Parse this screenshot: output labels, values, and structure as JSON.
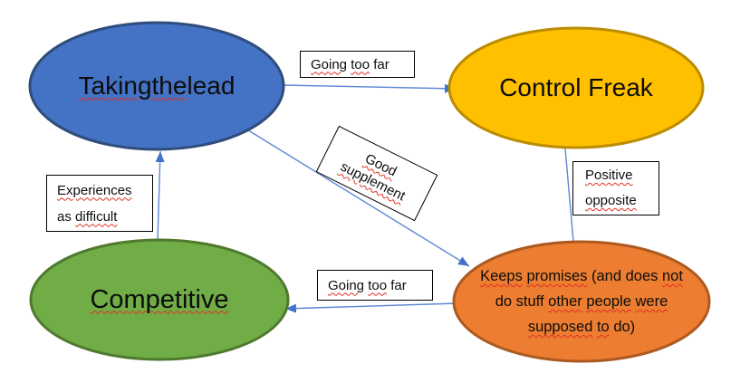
{
  "colors": {
    "background": "#FFFFFF",
    "arrow_line": "#5B87D5",
    "arrowhead": "#4472C4",
    "squiggle": "#E0301E",
    "box_border": "#000000",
    "box_background": "#FFFFFF",
    "text": "#0D0D0D"
  },
  "nodes": {
    "taking_the_lead": {
      "fill": "#4472C4",
      "stroke": "#2E4D7B",
      "segments": [
        {
          "t": "Taking",
          "sq": true
        },
        {
          "t": " ",
          "sq": false
        },
        {
          "t": "the",
          "sq": true
        },
        {
          "t": " lead",
          "sq": false
        }
      ]
    },
    "control_freak": {
      "fill": "#FFC000",
      "stroke": "#BC8C00",
      "segments": [
        {
          "t": "Control Freak",
          "sq": false
        }
      ]
    },
    "competitive": {
      "fill": "#70AD47",
      "stroke": "#4F7A2E",
      "segments": [
        {
          "t": "Competitive",
          "sq": true
        }
      ]
    },
    "keeps_promises": {
      "fill": "#ED7D31",
      "stroke": "#AC5A21",
      "lines": [
        [
          {
            "t": "Keeps",
            "sq": true
          },
          {
            "t": " ",
            "sq": false
          },
          {
            "t": "promises",
            "sq": true
          },
          {
            "t": " (and does ",
            "sq": false
          },
          {
            "t": "not",
            "sq": true
          }
        ],
        [
          {
            "t": "do stuff ",
            "sq": false
          },
          {
            "t": "other",
            "sq": true
          },
          {
            "t": " ",
            "sq": false
          },
          {
            "t": "people",
            "sq": true
          },
          {
            "t": " ",
            "sq": false
          },
          {
            "t": "were",
            "sq": true
          }
        ],
        [
          {
            "t": "supposed",
            "sq": true
          },
          {
            "t": " ",
            "sq": false
          },
          {
            "t": "to",
            "sq": true
          },
          {
            "t": " do)",
            "sq": false
          }
        ]
      ]
    }
  },
  "edge_labels": {
    "going_too_far_top": {
      "segments": [
        {
          "t": "Going",
          "sq": true
        },
        {
          "t": " ",
          "sq": false
        },
        {
          "t": "too",
          "sq": true
        },
        {
          "t": " far",
          "sq": false
        }
      ]
    },
    "good_supplement": {
      "lines": [
        [
          {
            "t": "Good",
            "sq": true
          }
        ],
        [
          {
            "t": "supplement",
            "sq": true
          }
        ]
      ]
    },
    "positive_opposite": {
      "lines": [
        [
          {
            "t": "Positive",
            "sq": true
          }
        ],
        [
          {
            "t": "opposite",
            "sq": true
          }
        ]
      ]
    },
    "experiences_as_difficult": {
      "lines": [
        [
          {
            "t": "Experiences",
            "sq": true
          }
        ],
        [
          {
            "t": "as ",
            "sq": false
          },
          {
            "t": "difficult",
            "sq": true
          }
        ]
      ]
    },
    "going_too_far_bottom": {
      "segments": [
        {
          "t": "Going",
          "sq": true
        },
        {
          "t": " ",
          "sq": false
        },
        {
          "t": "too",
          "sq": true
        },
        {
          "t": " far",
          "sq": false
        }
      ]
    }
  }
}
